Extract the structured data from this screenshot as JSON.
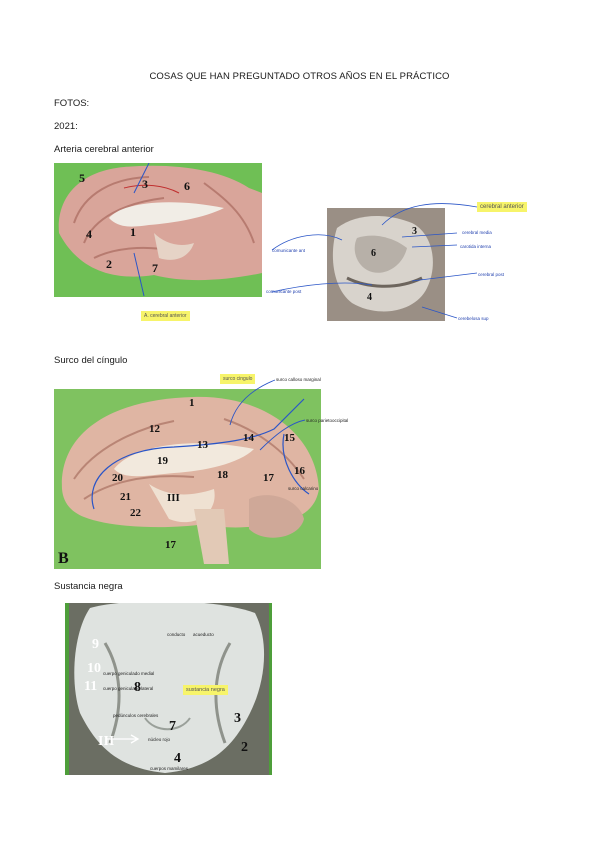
{
  "page": {
    "title": "COSAS QUE HAN PREGUNTADO OTROS AÑOS EN EL PRÁCTICO",
    "fotos_label": "FOTOS:",
    "year_label": "2021:"
  },
  "section1": {
    "heading": "Arteria cerebral anterior",
    "photo_left": {
      "numbers": [
        "5",
        "3",
        "6",
        "4",
        "1",
        "2",
        "7"
      ],
      "highlight": "A. cerebral anterior"
    },
    "photo_right": {
      "numbers": [
        "6",
        "3",
        "4"
      ],
      "highlight": "cerebral anterior",
      "annotations": [
        "comunicante ant",
        "cerebral media",
        "carotida interna",
        "cerebral post",
        "comunicante post",
        "cerebelosa sup"
      ]
    }
  },
  "section2": {
    "heading": "Surco del cíngulo",
    "photo": {
      "numbers": [
        "1",
        "12",
        "13",
        "14",
        "15",
        "19",
        "20",
        "18",
        "17",
        "16",
        "21",
        "22",
        "III",
        "17"
      ],
      "corner_letter": "B",
      "highlight": "surco cingulo",
      "annotations": [
        "surco calloso marginal",
        "surco parietooccipital",
        "surco calcarino"
      ]
    }
  },
  "section3": {
    "heading": "Sustancia negra",
    "photo": {
      "numbers": [
        "9",
        "10",
        "11",
        "8",
        "7",
        "3",
        "III",
        "2",
        "4"
      ],
      "labels": [
        "conducto",
        "acueducto",
        "cuerpo geniculado medial",
        "cuerpo geniculado lateral",
        "pedúnculos cerebrales",
        "núcleo rojo",
        "cuerpos mamilares"
      ],
      "highlight": "sustancia negra"
    }
  }
}
